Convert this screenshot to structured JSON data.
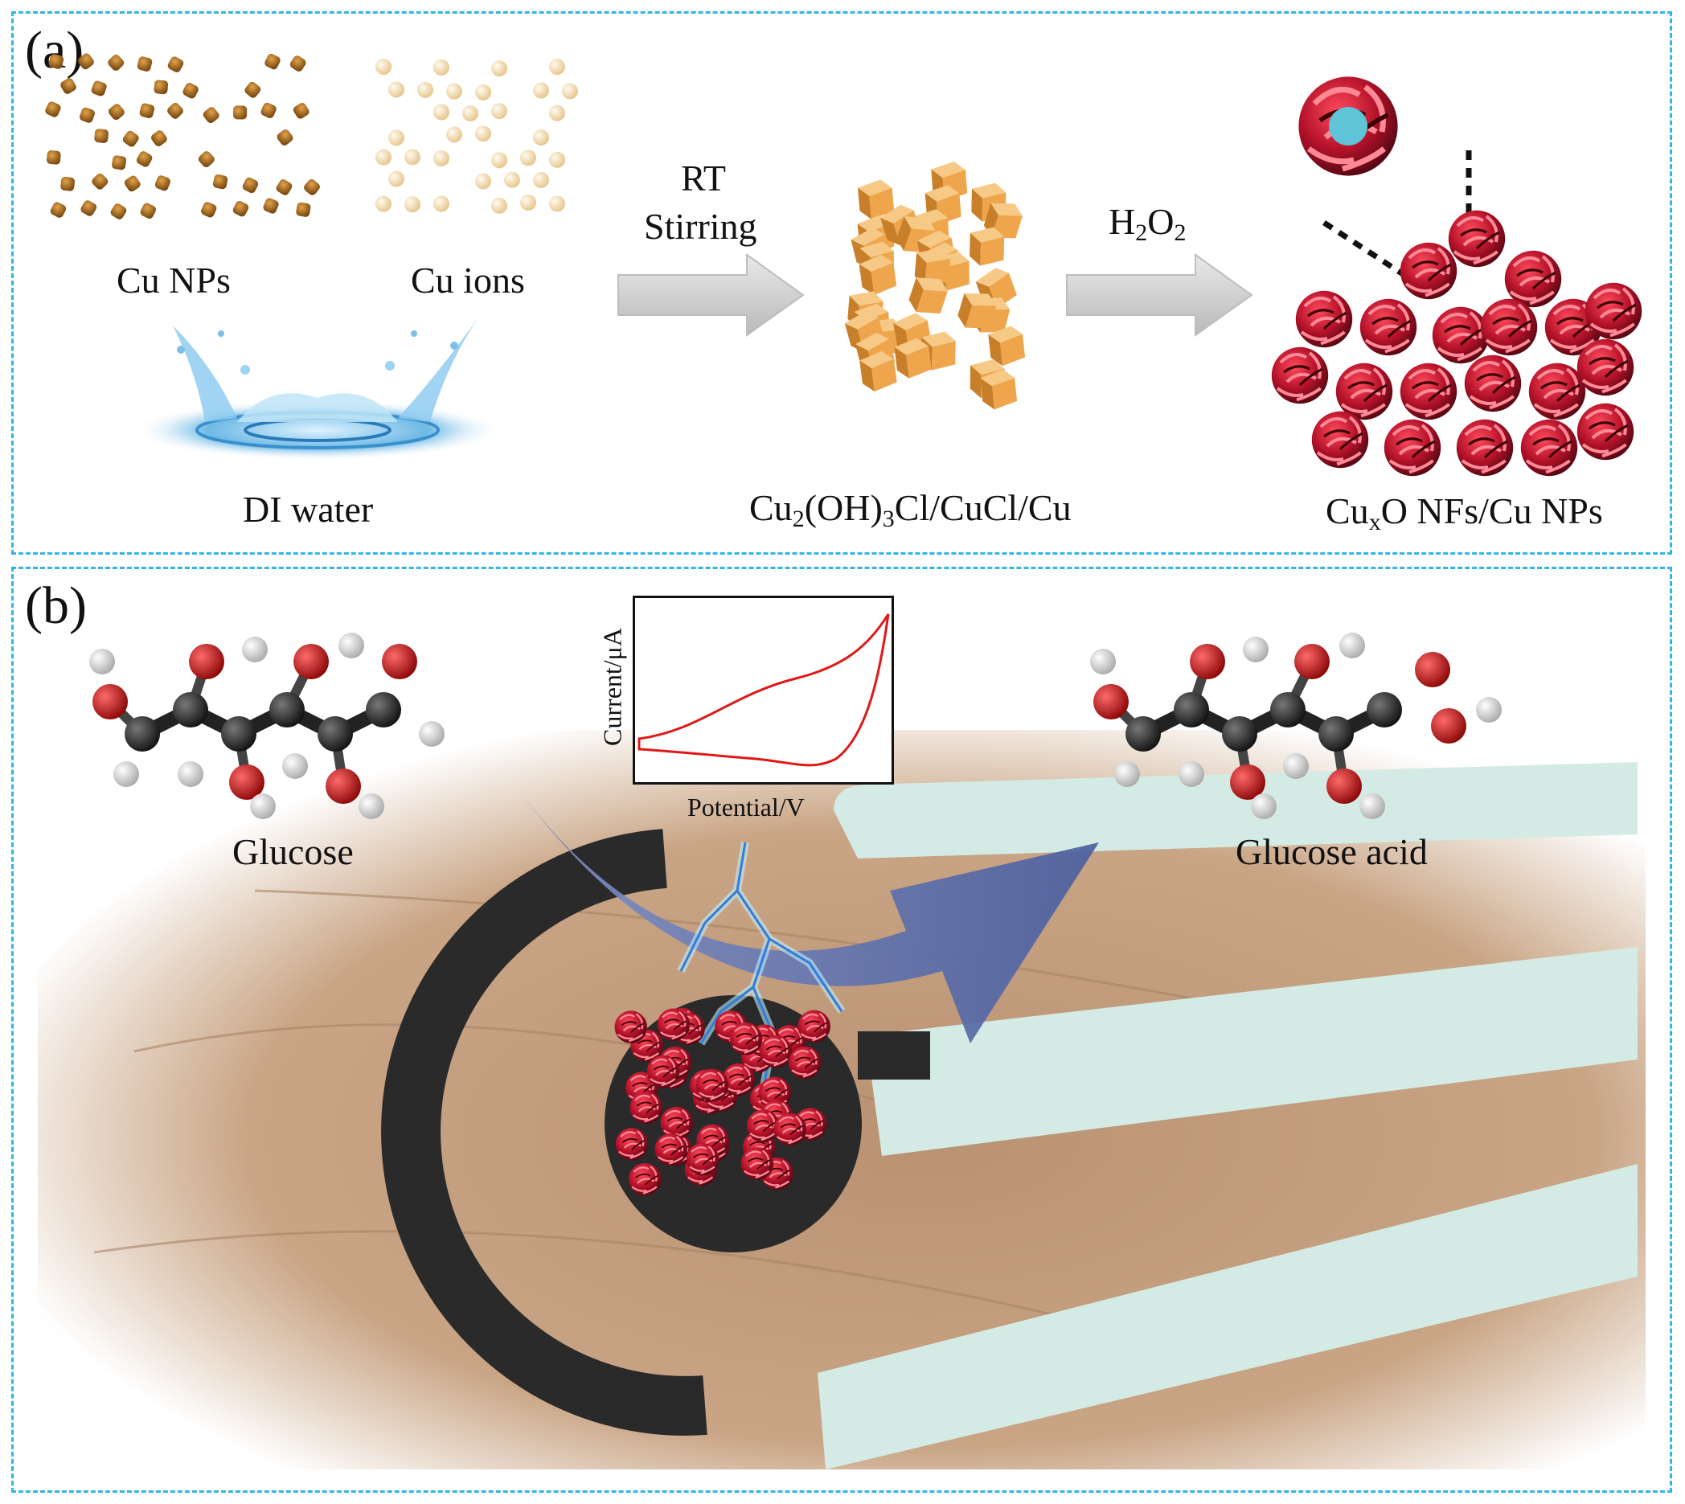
{
  "panel_a": {
    "label": "(a)",
    "cu_nps": "Cu NPs",
    "cu_ions": "Cu ions",
    "di_water": "DI water",
    "arrow1_line1": "RT",
    "arrow1_line2": "Stirring",
    "arrow2_main": "H",
    "arrow2_sub1": "2",
    "arrow2_o": "O",
    "arrow2_sub2": "2",
    "intermediate": {
      "p1": "Cu",
      "s1": "2",
      "p2": "(OH)",
      "s2": "3",
      "p3": "Cl/CuCl/Cu"
    },
    "product": {
      "p1": "Cu",
      "s1": "x",
      "p2": "O NFs/Cu NPs"
    }
  },
  "panel_b": {
    "label": "(b)",
    "reactant": "Glucose",
    "product": "Glucose acid",
    "cv_plot": {
      "ylabel": "Current/μA",
      "xlabel": "Potential/V"
    }
  },
  "colors": {
    "border": "#2fb6e6",
    "cu_np": "#a66a1c",
    "cu_ion": "#f4dcae",
    "cube": "#f0ae55",
    "nanoflower": "#b5122a",
    "arrow": "#cfcfcf",
    "big_arrow": "#5a6fae",
    "carbon": "#2b2b2b",
    "oxygen": "#d11a1a",
    "hydrogen": "#f4f4f4",
    "cv_curve": "#e01818",
    "electrode_white": "#cfe6df",
    "electrode_black": "#2a2a2a",
    "skin": "#c9a585"
  }
}
